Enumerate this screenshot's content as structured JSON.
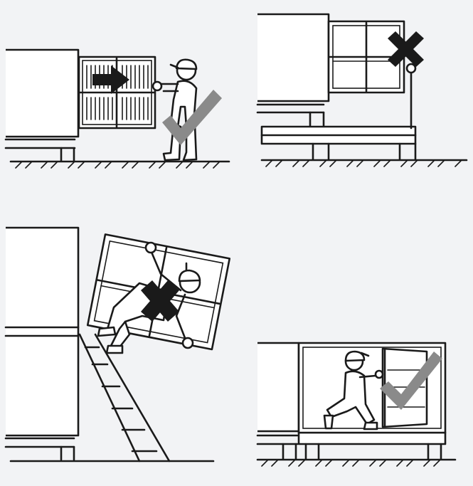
{
  "illustration": "install-window-safety-guide",
  "panels": [
    {
      "id": "carry-window-from-side",
      "verdict": "correct"
    },
    {
      "id": "free-standing-window",
      "verdict": "incorrect"
    },
    {
      "id": "climb-ladder-with-window",
      "verdict": "incorrect"
    },
    {
      "id": "install-from-inside",
      "verdict": "correct"
    }
  ],
  "colors": {
    "background": "#f2f3f5",
    "ink": "#1a1a1a",
    "check_mark": "#8a8a8a",
    "cross_mark": "#1a1a1a"
  },
  "icons": [
    "check-mark-icon",
    "cross-mark-icon",
    "arrow-right-icon",
    "worker-figure"
  ]
}
